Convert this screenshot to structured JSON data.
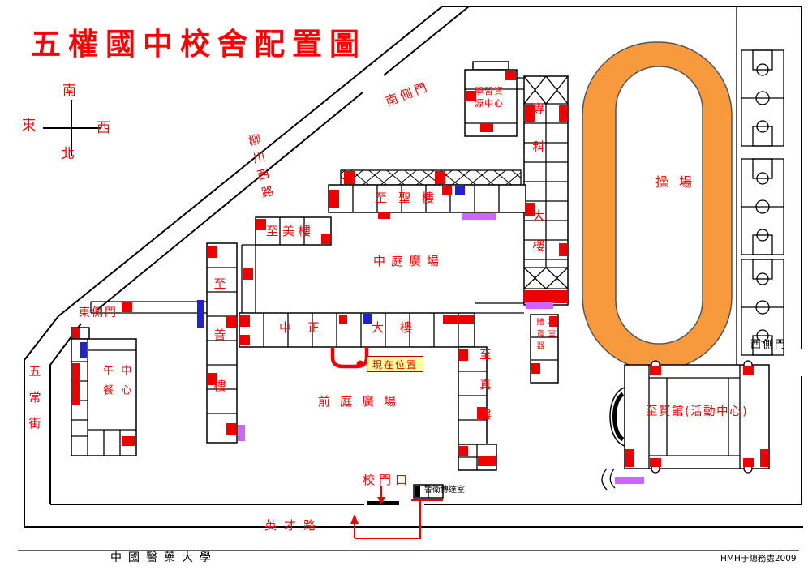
{
  "title": "五權國中校舍配置圖",
  "compass": {
    "south": "南",
    "east": "東",
    "west": "西",
    "north": "北"
  },
  "roads": {
    "liuchuan": "柳川西路",
    "wuchang": "五常街",
    "yingcai": "英才路"
  },
  "gates": {
    "south": "南側門",
    "east": "東側門",
    "west": "西側門",
    "main": "校門口"
  },
  "buildings": {
    "learning_center": "學習資源中心",
    "specialist_top": "專科",
    "specialist_bottom": "大樓",
    "zhisheng": "至聖樓",
    "zhimei": "至美樓",
    "zhongzheng_left": "中正",
    "zhongzheng_right": "大樓",
    "zhishan": "至善樓",
    "zhizhen": "至真樓",
    "lunch_center": "午餐中心",
    "equipment_room": "體育器材室",
    "guard_room": "警衛傳達室",
    "activity_center": "至賢館(活動中心)"
  },
  "areas": {
    "playground": "操場",
    "central_plaza": "中庭廣場",
    "front_plaza": "前庭廣場"
  },
  "marker": {
    "current_location": "現在位置"
  },
  "footer": {
    "university": "中國醫藥大學",
    "credit": "HMH于總務處2009"
  },
  "colors": {
    "label": "#ff0000",
    "accent": "#ee0000",
    "track": "#f79a3d",
    "highlight": "#ffff9c",
    "blue": "#2222cc",
    "purple": "#cc66ff"
  }
}
